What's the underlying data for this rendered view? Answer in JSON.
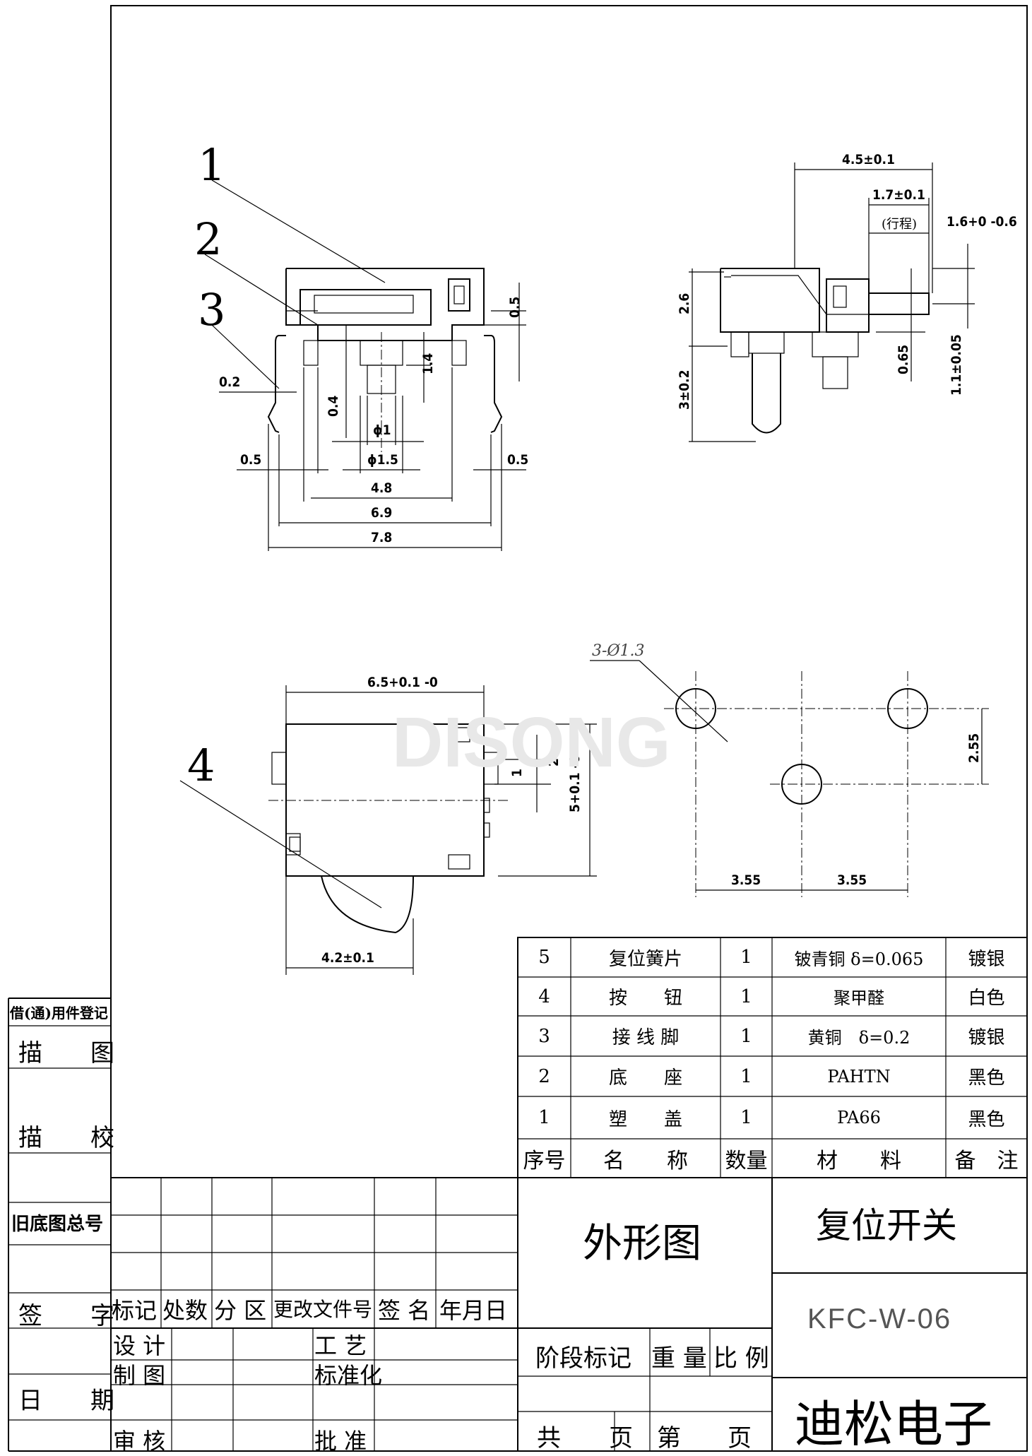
{
  "callouts": [
    "1",
    "2",
    "3",
    "4"
  ],
  "front_view_dims": {
    "d1": "0.5",
    "d2": "1.4",
    "d3": "0.2",
    "d4": "0.4",
    "d5": "ϕ1",
    "d6": "0.5",
    "d7": "ϕ1.5",
    "d8": "0.5",
    "d9": "4.8",
    "d10": "6.9",
    "d11": "7.8"
  },
  "side_view_dims": {
    "width": "4.5±0.1",
    "travel": "1.7±0.1",
    "travel_note": "(行程)",
    "protrusion": "1.6+0 -0.6",
    "h1": "2.6",
    "h2": "3±0.2",
    "h3": "0.65",
    "h4": "1.1±0.05"
  },
  "top_view_dims": {
    "width": "6.5+0.1 -0",
    "height": "5+0.1 -0",
    "d1": "2",
    "d2": "1",
    "bottom": "4.2±0.1"
  },
  "watermark": "DISONG",
  "pad_view_dims": {
    "holes": "3-Ø1.3",
    "v": "2.55",
    "h1": "3.55",
    "h2": "3.55"
  },
  "bom": {
    "header": [
      "序号",
      "名　　称",
      "数量",
      "材　　料",
      "备　注"
    ],
    "rows": [
      [
        "5",
        "复位簧片",
        "1",
        "铍青铜 δ=0.065",
        "镀银"
      ],
      [
        "4",
        "按　　钮",
        "1",
        "聚甲醛",
        "白色"
      ],
      [
        "3",
        "接 线 脚",
        "1",
        "黄铜　δ=0.2",
        "镀银"
      ],
      [
        "2",
        "底　　座",
        "1",
        "PAHTN",
        "黑色"
      ],
      [
        "1",
        "塑　　盖",
        "1",
        "PA66",
        "黑色"
      ]
    ]
  },
  "left_column": [
    "借(通)用件登记",
    "描　　图",
    "描　　校",
    "旧底图总号",
    "签　　字",
    "日　　期"
  ],
  "title_block": {
    "drawing_type": "外形图",
    "product_name": "复位开关",
    "part_number": "KFC-W-06",
    "company": "迪松电子",
    "rev_header": [
      "标记",
      "处数",
      "分 区",
      "更改文件号",
      "签 名",
      "年月日"
    ],
    "sign_rows": [
      "设 计",
      "制 图",
      "审 核"
    ],
    "sign_rows2": [
      "工 艺",
      "标准化",
      "批 准"
    ],
    "stage_labels": [
      "阶段标记",
      "重 量",
      "比 例"
    ],
    "sheet_labels": [
      "共",
      "页",
      "第",
      "页"
    ]
  }
}
